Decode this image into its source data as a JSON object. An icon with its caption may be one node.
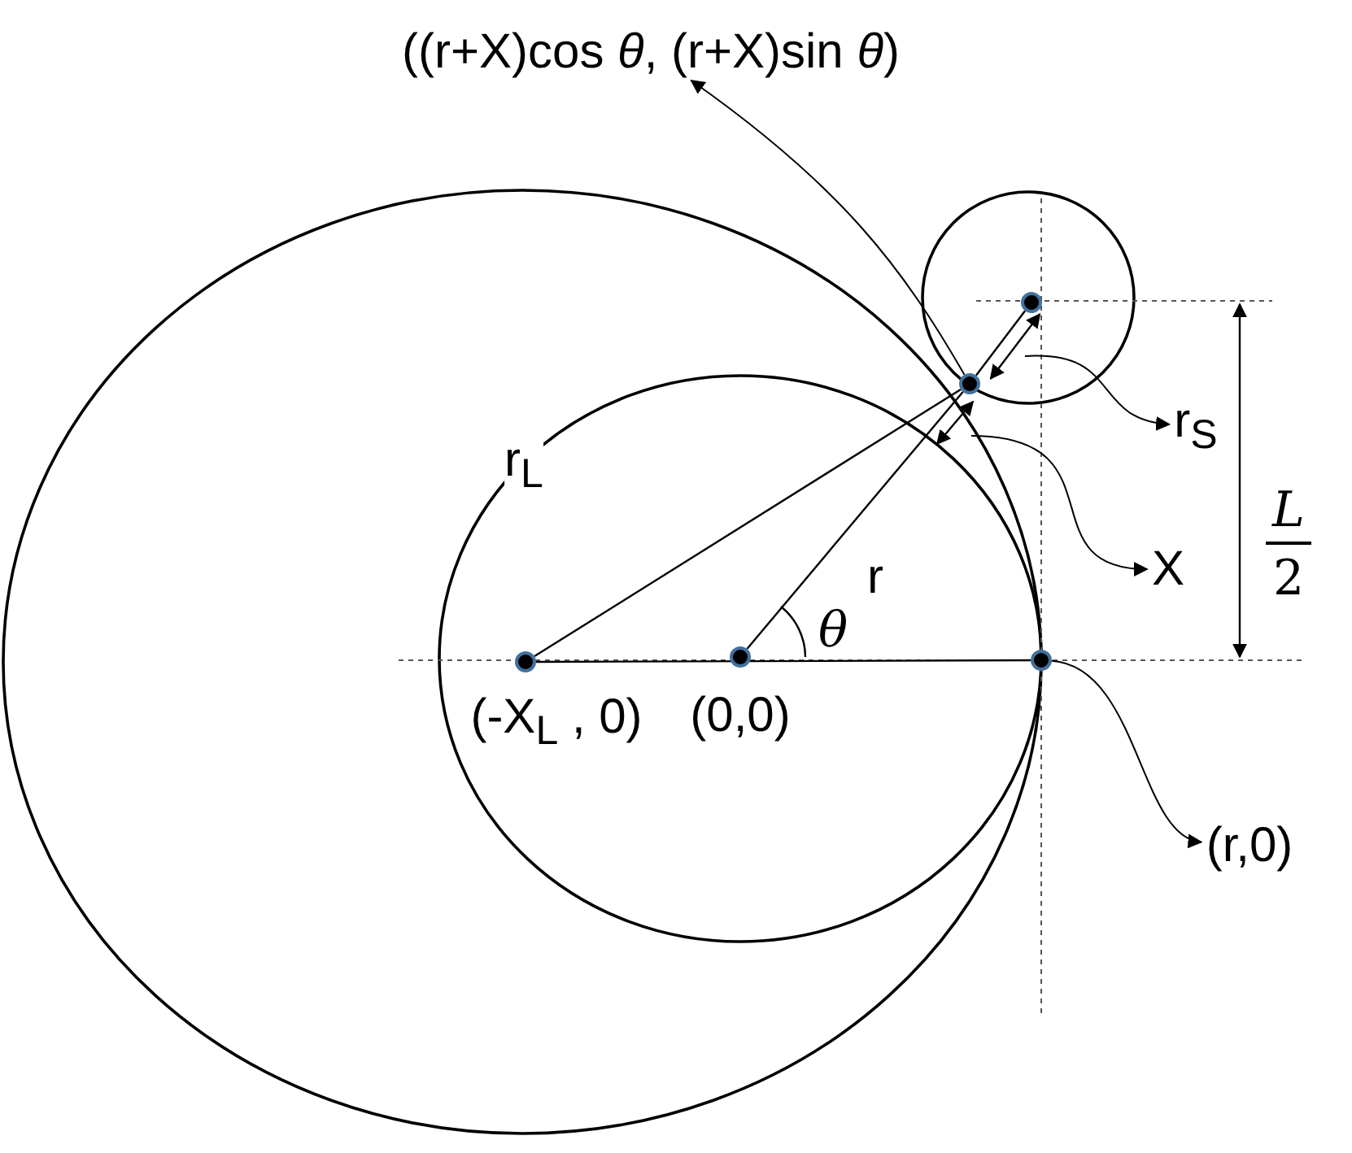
{
  "diagram": {
    "nodes": [
      {
        "text": [
          "((r+X)cos *θ*, (r+X)sin *θ*)"
        ]
      },
      {
        "text": [],
        "shape": "circle"
      },
      {
        "text": [],
        "shape": "circle"
      },
      {
        "text": [],
        "shape": "circle",
        "beside": [
          "(-X$_{L}$ , 0)"
        ]
      },
      {
        "text": [],
        "shape": "circle",
        "beside": [
          "(0,0)"
        ]
      },
      {
        "text": [],
        "shape": "circle"
      },
      {
        "text": [
          "(r,0)"
        ]
      },
      {
        "text": [
          "r$_{S}$"
        ]
      },
      {
        "text": [
          "X"
        ]
      }
    ],
    "edges": [
      {
        "from": 1,
        "to": 0,
        "arrow": "to"
      },
      {
        "from": 5,
        "to": 6,
        "arrow": "to"
      },
      {
        "from": null,
        "to": 7,
        "arrow": "to"
      },
      {
        "from": null,
        "to": 8,
        "arrow": "to"
      },
      {
        "from": 3,
        "to": 1,
        "arrow": "none",
        "label": "r$_{L}$"
      },
      {
        "from": 4,
        "to": 1,
        "arrow": "none",
        "label": "r"
      },
      {
        "from": 1,
        "to": 2,
        "arrow": "none"
      },
      {
        "from": 1,
        "to": 2,
        "arrow": "both"
      },
      {
        "from": 3,
        "to": 5,
        "arrow": "none"
      }
    ],
    "labels": [
      "θ",
      "L",
      "2"
    ]
  }
}
